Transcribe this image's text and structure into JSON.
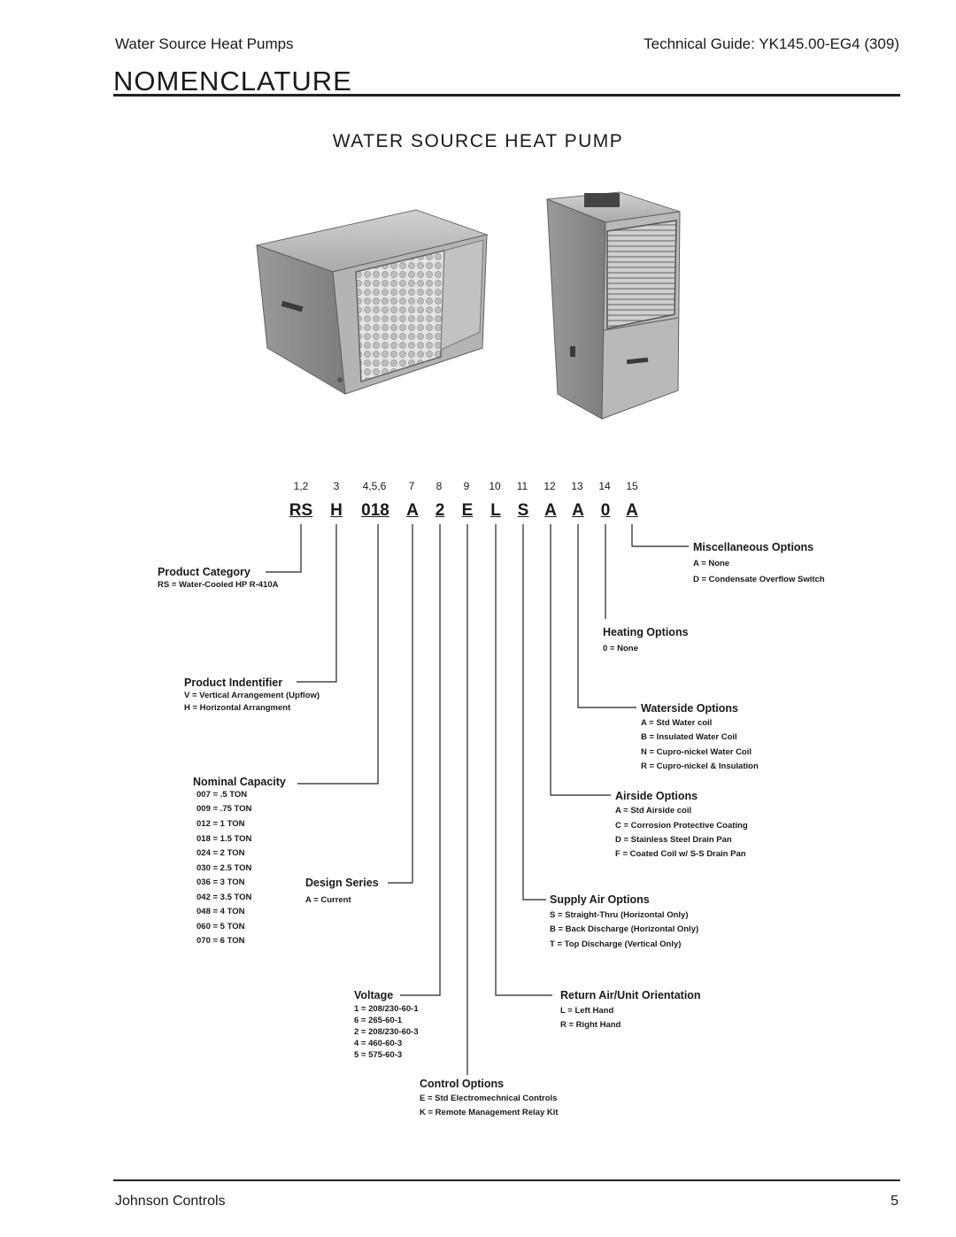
{
  "header": {
    "left": "Water Source Heat Pumps",
    "right": "Technical Guide: YK145.00-EG4 (309)"
  },
  "page_title": "NOMENCLATURE",
  "section_title": "WATER SOURCE HEAT PUMP",
  "positions": [
    "1,2",
    "3",
    "4,5,6",
    "7",
    "8",
    "9",
    "10",
    "11",
    "12",
    "13",
    "14",
    "15"
  ],
  "codes": [
    "RS",
    "H",
    "018",
    "A",
    "2",
    "E",
    "L",
    "S",
    "A",
    "A",
    "0",
    "A"
  ],
  "groups": {
    "product_category": {
      "label": "Product Category",
      "options": [
        "RS = Water-Cooled HP  R-410A"
      ]
    },
    "product_identifier": {
      "label": "Product Indentifier",
      "options": [
        "V = Vertical Arrangement (Upflow)",
        "H = Horizontal Arrangment"
      ]
    },
    "nominal_capacity": {
      "label": "Nominal Capacity",
      "options": [
        "007 = .5 TON",
        "009 = .75 TON",
        "012 = 1 TON",
        "018 = 1.5 TON",
        "024 = 2 TON",
        "030 = 2.5 TON",
        "036 = 3 TON",
        "042 = 3.5 TON",
        "048 = 4 TON",
        "060 = 5 TON",
        "070 = 6 TON"
      ]
    },
    "design_series": {
      "label": "Design Series",
      "options": [
        "A = Current"
      ]
    },
    "voltage": {
      "label": "Voltage",
      "options": [
        "1 = 208/230-60-1",
        "6 = 265-60-1",
        "2 = 208/230-60-3",
        "4 = 460-60-3",
        "5 = 575-60-3"
      ]
    },
    "control_options": {
      "label": "Control Options",
      "options": [
        "E = Std Electromechnical Controls",
        "K = Remote Management Relay Kit"
      ]
    },
    "return_air": {
      "label": "Return Air/Unit Orientation",
      "options": [
        "L = Left Hand",
        "R = Right Hand"
      ]
    },
    "supply_air": {
      "label": "Supply Air Options",
      "options": [
        "S = Straight-Thru (Horizontal Only)",
        "B = Back Discharge (Horizontal Only)",
        "T = Top Discharge (Vertical Only)"
      ]
    },
    "airside": {
      "label": "Airside Options",
      "options": [
        "A = Std Airside coil",
        "C = Corrosion Protective Coating",
        "D = Stainless Steel Drain Pan",
        "F = Coated Coil w/ S-S Drain Pan"
      ]
    },
    "waterside": {
      "label": "Waterside Options",
      "options": [
        "A = Std Water coil",
        "B = Insulated Water Coil",
        "N = Cupro-nickel Water Coil",
        "R = Cupro-nickel & Insulation"
      ]
    },
    "heating": {
      "label": "Heating Options",
      "options": [
        "0 = None"
      ]
    },
    "misc": {
      "label": "Miscellaneous Options",
      "options": [
        "A = None",
        "D = Condensate Overflow Switch"
      ]
    }
  },
  "footer": {
    "left": "Johnson Controls",
    "right": "5"
  }
}
